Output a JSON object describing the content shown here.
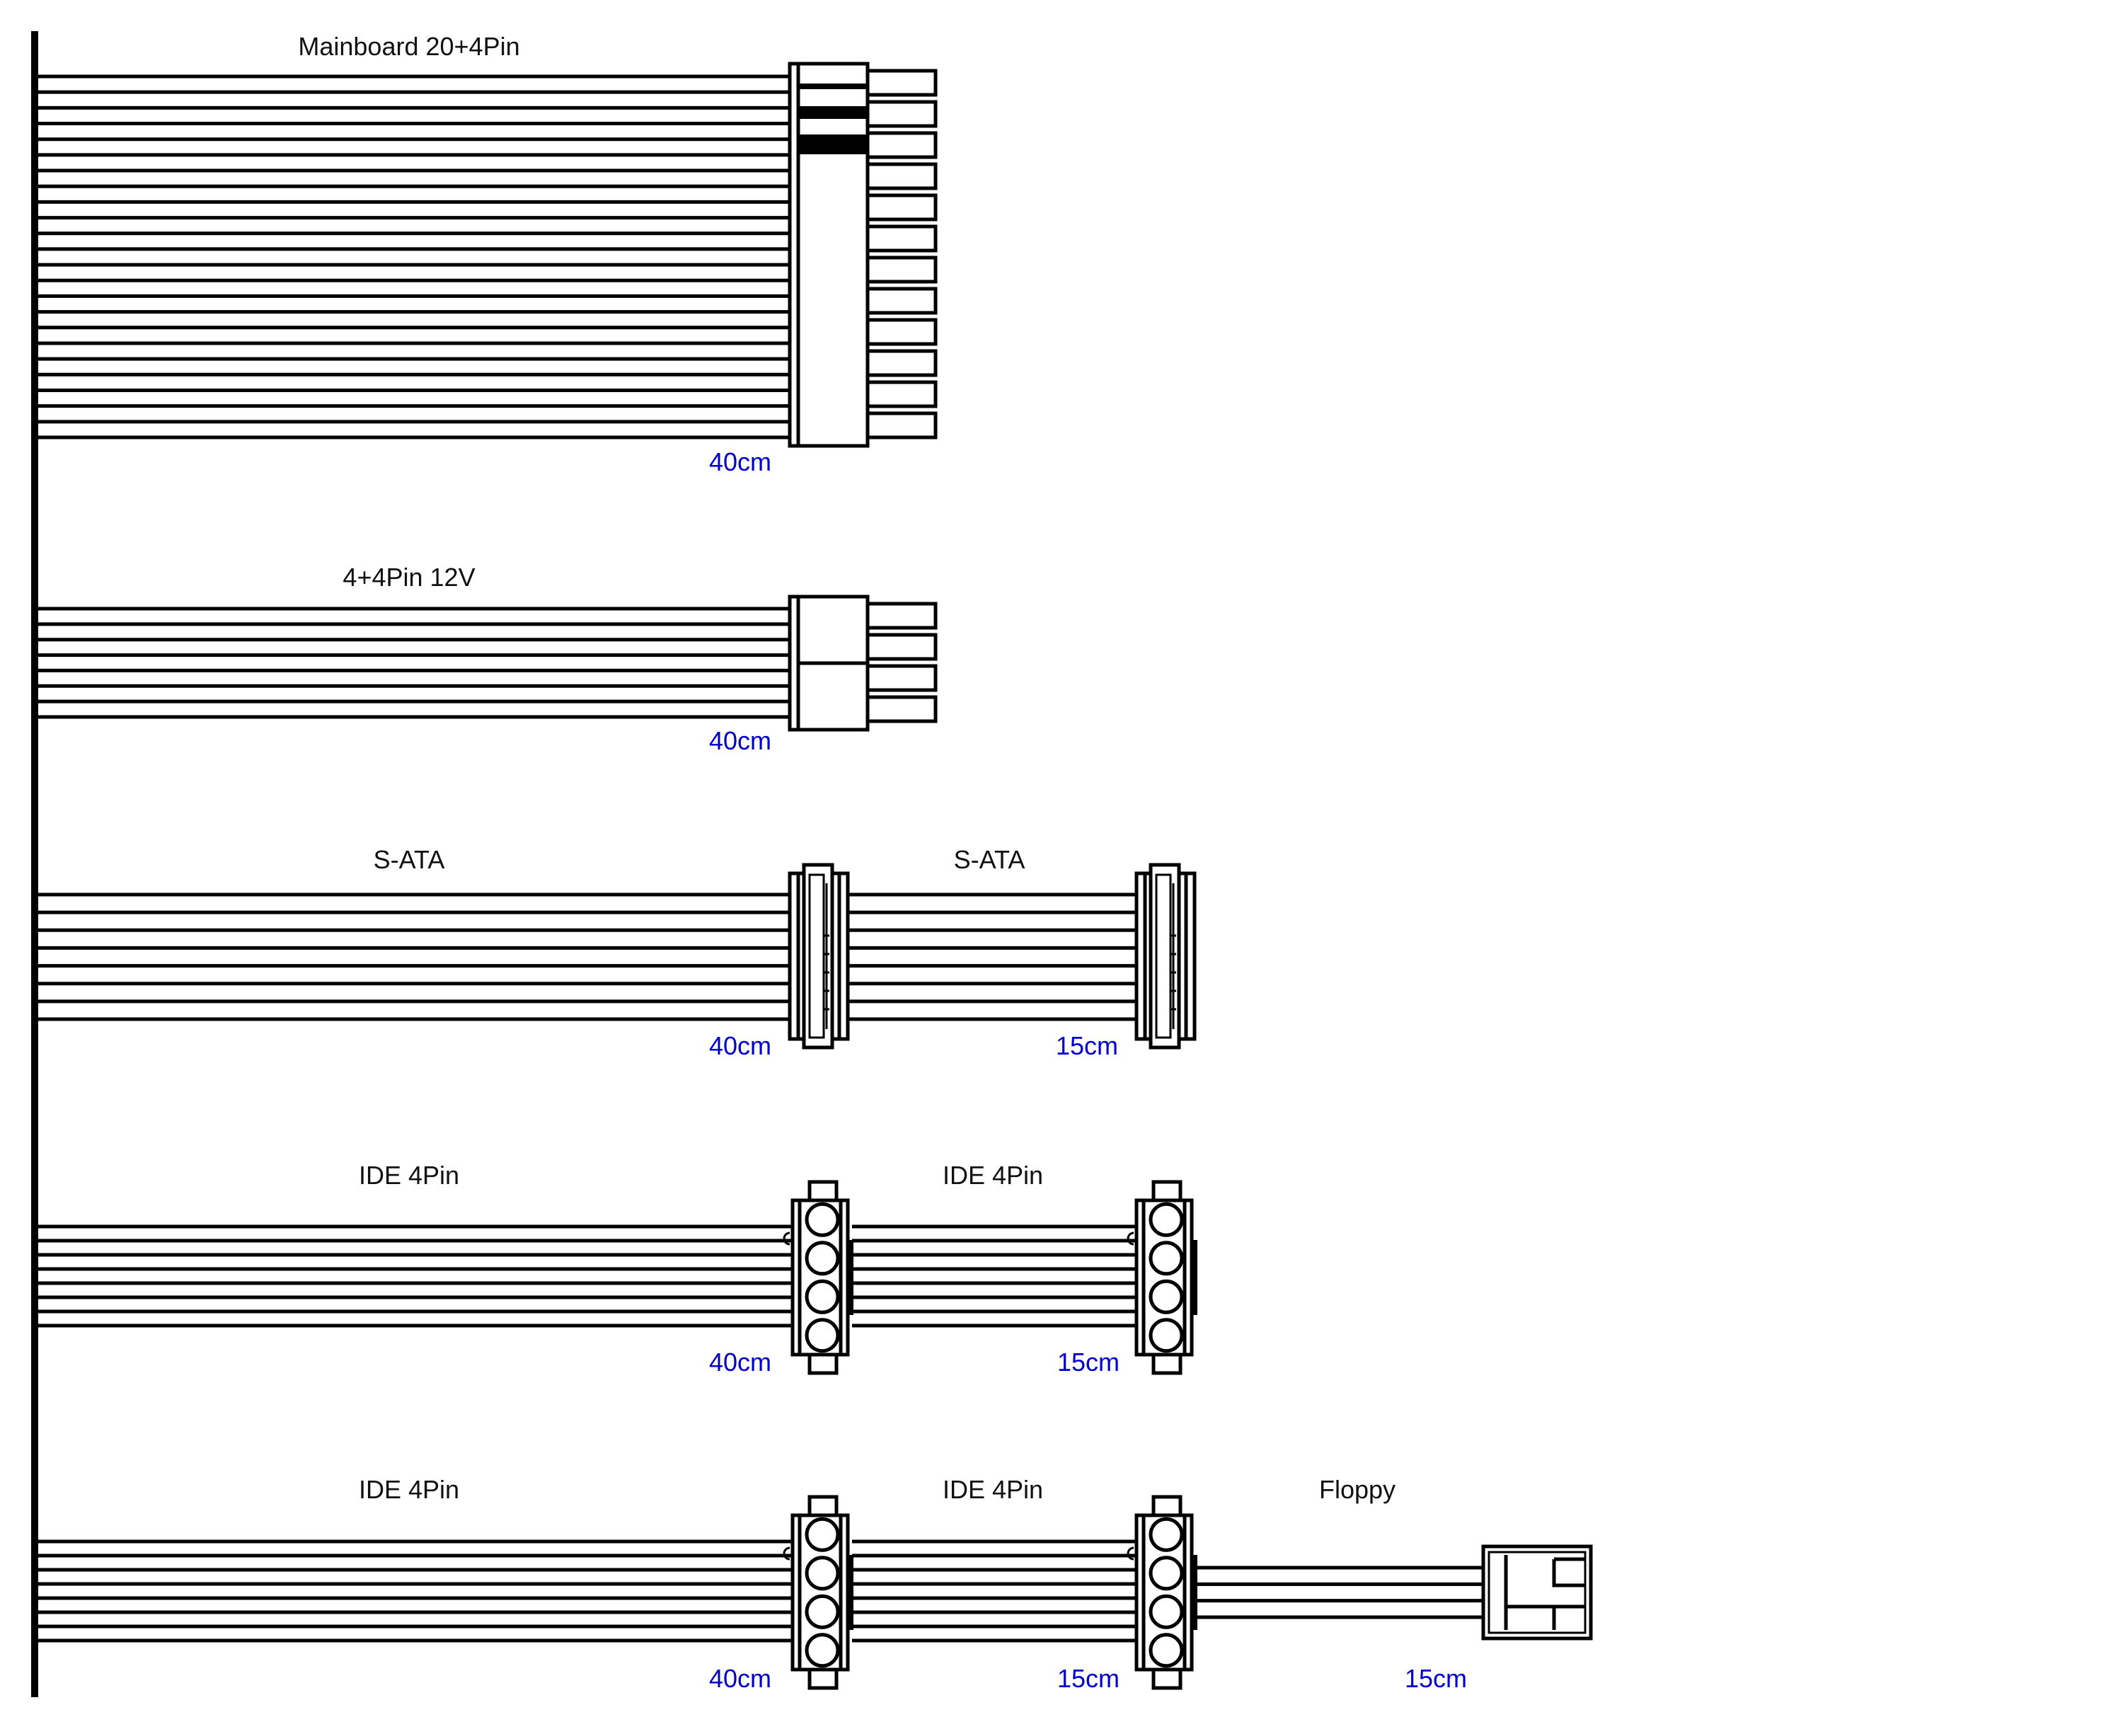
{
  "colors": {
    "line": "#000000",
    "length_text": "#0000cc",
    "label_text": "#111111"
  },
  "cables": [
    {
      "id": "mainboard",
      "labels": [
        "Mainboard 20+4Pin"
      ],
      "lengths": [
        "40cm"
      ]
    },
    {
      "id": "cpu",
      "labels": [
        "4+4Pin 12V"
      ],
      "lengths": [
        "40cm"
      ]
    },
    {
      "id": "sata",
      "labels": [
        "S-ATA",
        "S-ATA"
      ],
      "lengths": [
        "40cm",
        "15cm"
      ]
    },
    {
      "id": "ide1",
      "labels": [
        "IDE 4Pin",
        "IDE 4Pin"
      ],
      "lengths": [
        "40cm",
        "15cm"
      ]
    },
    {
      "id": "ide2",
      "labels": [
        "IDE 4Pin",
        "IDE 4Pin",
        "Floppy"
      ],
      "lengths": [
        "40cm",
        "15cm",
        "15cm"
      ]
    }
  ]
}
